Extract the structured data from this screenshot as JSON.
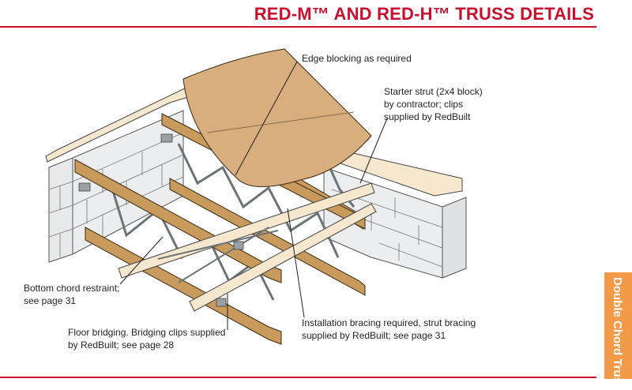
{
  "header": {
    "title": "RED-M™ AND RED-H™ TRUSS DETAILS"
  },
  "side_tab": {
    "label": "Double Chord Truss"
  },
  "callouts": {
    "edge_blocking": [
      "Edge blocking as required"
    ],
    "starter_strut": [
      "Starter strut (2x4 block)",
      "by contractor; clips",
      "supplied by RedBuilt"
    ],
    "bottom_chord": [
      "Bottom chord restraint;",
      "see page 31"
    ],
    "floor_bridging": [
      "Floor bridging. Bridging clips supplied",
      "by RedBuilt; see page 28"
    ],
    "installation_bracing": [
      "Installation bracing required, strut bracing",
      "supplied by RedBuilt; see page 31"
    ]
  },
  "colors": {
    "title_red": "#c8102e",
    "tab_orange": "#f29a48",
    "lumber": "#c89a5c",
    "sheathing": "#d8ae7e",
    "block_wall": "#e8e9eb"
  }
}
